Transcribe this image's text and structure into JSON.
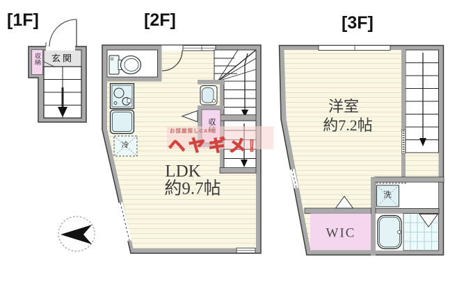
{
  "floors": {
    "f1": {
      "label": "[1F]",
      "entrance": "玄関",
      "closet": "収納"
    },
    "f2": {
      "label": "[2F]",
      "room_name": "LDK",
      "room_size": "約9.7帖",
      "closet": "収納",
      "fridge": "冷"
    },
    "f3": {
      "label": "[3F]",
      "room_name": "洋室",
      "room_size": "約7.2帖",
      "wic": "WIC",
      "washer": "洗"
    }
  },
  "watermark": {
    "small": "お部屋探しCAFE",
    "large": "ヘヤギメ!"
  },
  "icons": {
    "compass-arrow-icon": "black arrow in dotted circle pointing left",
    "door-arc-icon": "quarter-circle door swing",
    "stairs-icon": "stair treads with down arrow",
    "toilet-icon": "toilet top view",
    "stove-icon": "two-burner stove",
    "sink-icon": "kitchen sink",
    "fridge-icon": "dashed refrigerator box",
    "washbasin-icon": "wash basin unit",
    "bathtub-icon": "bathtub top view",
    "washer-icon": "dashed washing machine box",
    "tile-floor-icon": "bathroom tile grid"
  },
  "colors": {
    "wall": "#a9a9a9",
    "wall_stroke": "#3a3a3a",
    "floor": "#fbf7e5",
    "floor_line": "#e6dfc3",
    "pink": "#f5d6ef",
    "cyan": "#dff1f4",
    "watermark_red": "#d4423d"
  }
}
